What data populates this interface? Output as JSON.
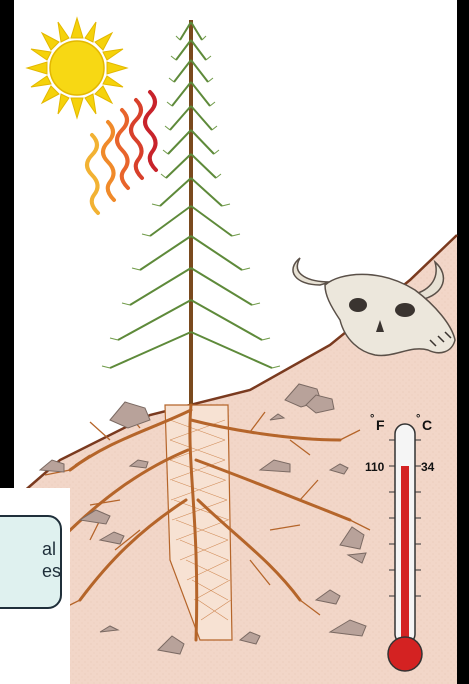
{
  "thermometer": {
    "unit_f": "F",
    "unit_c": "C",
    "reading_f": "110",
    "reading_c": "34",
    "degree_mark": "°"
  },
  "callout": {
    "line1": "al",
    "line2": "es"
  },
  "colors": {
    "sky": "#ffffff",
    "soil": "#f2d6c8",
    "ground_line": "#7a3a1f",
    "tree": "#5e8a3a",
    "roots": "#b5652a",
    "sun": "#f5d20a",
    "mercury": "#d42222",
    "callout_fill": "#dff1ef"
  },
  "icons": [
    "sun-icon",
    "heat-waves-icon",
    "pine-tree",
    "cow-skull-icon",
    "thermometer-icon",
    "rock-icon"
  ]
}
